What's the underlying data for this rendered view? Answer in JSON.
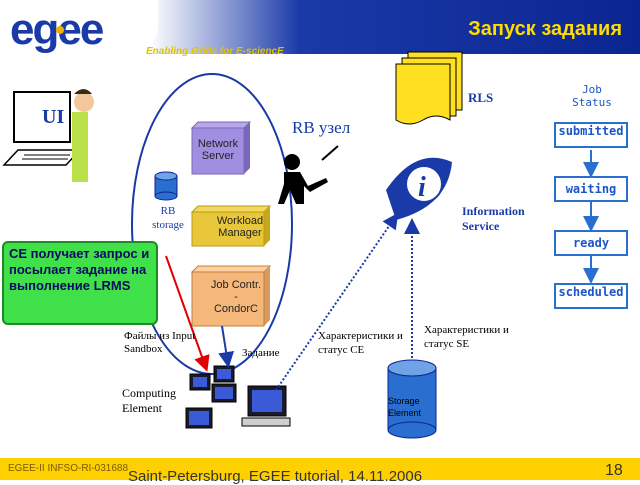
{
  "header": {
    "logo_text": "egee",
    "tagline": "Enabling Grids for E-sciencE",
    "title": "Запуск задания"
  },
  "diagram": {
    "ui_label": "UI",
    "rb_node_label": "RB узел",
    "network_server": "Network Server",
    "workload_manager": "Workload Manager",
    "job_contr_lines": [
      "Job Contr.",
      "-",
      "CondorC"
    ],
    "rb_storage": "RB storage",
    "rls": "RLS",
    "information_service": "Information Service",
    "callout_text": "CE получает запрос и посылает задание на выполнение LRMS",
    "input_sandbox": "Файлы из Input Sandbox",
    "job_label": "Задание",
    "ce_characteristics": "Характеристики и статус CE",
    "se_characteristics": "Характеристики и статус SE",
    "computing_element": "Computing Element",
    "storage_element": "Storage Element"
  },
  "job_status": {
    "title": "Job Status",
    "states": [
      "submitted",
      "waiting",
      "ready",
      "scheduled"
    ]
  },
  "footer": {
    "left": "EGEE-II INFSO-RI-031688",
    "center": "Saint-Petersburg, EGEE tutorial, 14.11.2006",
    "page": "18"
  },
  "colors": {
    "brand_blue": "#0b2590",
    "title_yellow": "#ffdc00",
    "footer_yellow": "#ffd000",
    "callout_green": "#3fe04a",
    "status_blue": "#2a6fd0"
  }
}
